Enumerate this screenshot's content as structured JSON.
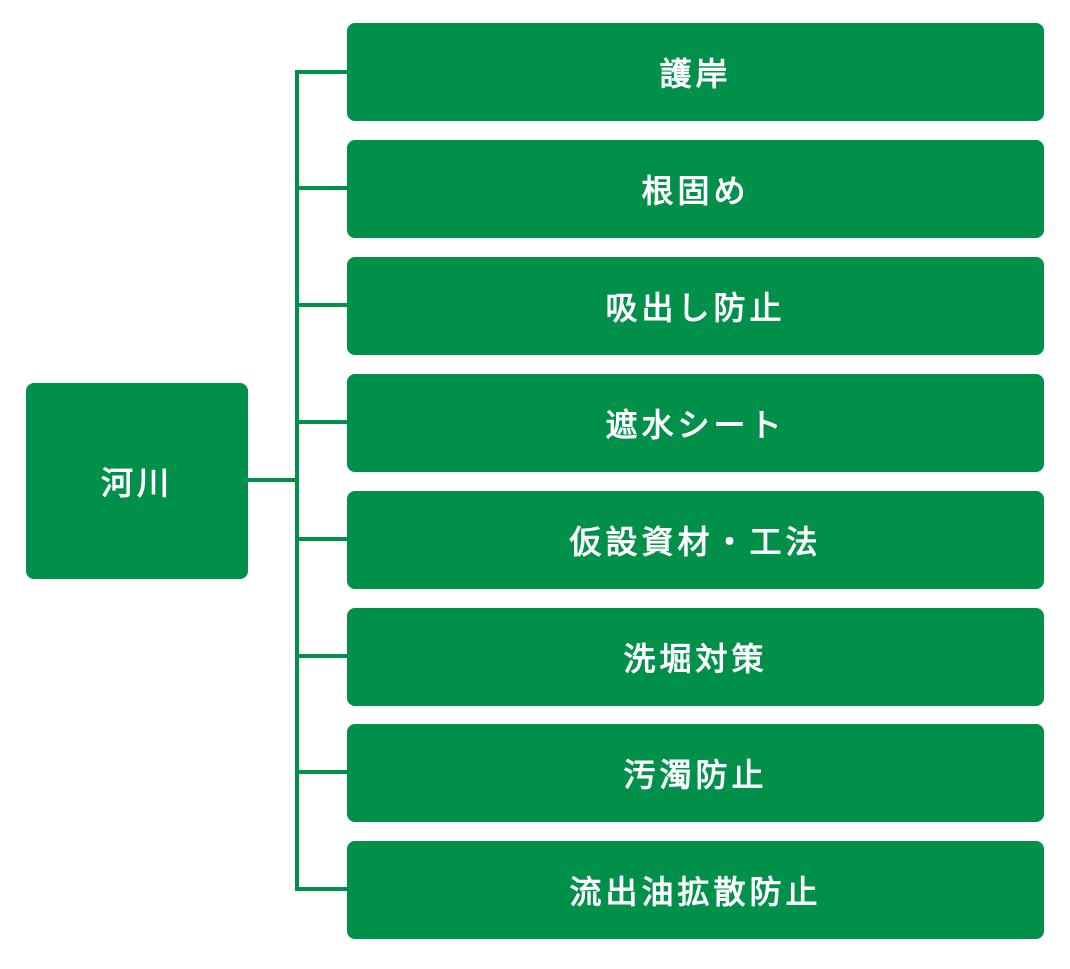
{
  "diagram": {
    "root": {
      "label": "河川"
    },
    "children": [
      {
        "label": "護岸"
      },
      {
        "label": "根固め"
      },
      {
        "label": "吸出し防止"
      },
      {
        "label": "遮水シート"
      },
      {
        "label": "仮設資材・工法"
      },
      {
        "label": "洗堀対策"
      },
      {
        "label": "汚濁防止"
      },
      {
        "label": "流出油拡散防止"
      }
    ],
    "colors": {
      "node_fill": "#00904a",
      "node_text": "#ffffff",
      "connector": "#00904a"
    }
  }
}
